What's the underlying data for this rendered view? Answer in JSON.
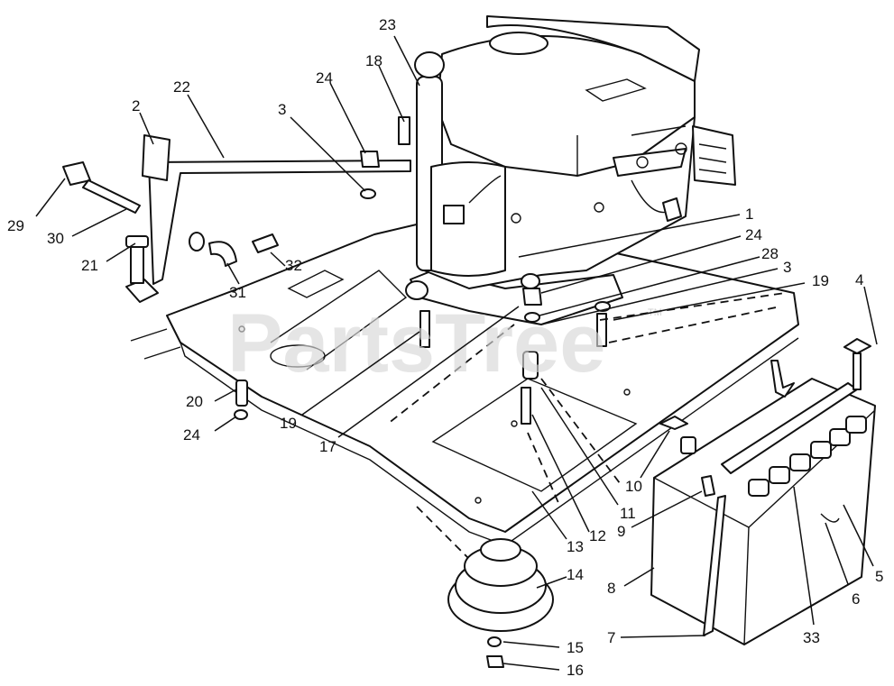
{
  "watermark": {
    "text": "PartsTree",
    "trademark": "TM"
  },
  "callouts": [
    {
      "id": "c1",
      "label": "1"
    },
    {
      "id": "c2",
      "label": "2"
    },
    {
      "id": "c3a",
      "label": "3"
    },
    {
      "id": "c3b",
      "label": "3"
    },
    {
      "id": "c4",
      "label": "4"
    },
    {
      "id": "c5",
      "label": "5"
    },
    {
      "id": "c6",
      "label": "6"
    },
    {
      "id": "c7",
      "label": "7"
    },
    {
      "id": "c8",
      "label": "8"
    },
    {
      "id": "c9",
      "label": "9"
    },
    {
      "id": "c10",
      "label": "10"
    },
    {
      "id": "c11",
      "label": "11"
    },
    {
      "id": "c12",
      "label": "12"
    },
    {
      "id": "c13",
      "label": "13"
    },
    {
      "id": "c14",
      "label": "14"
    },
    {
      "id": "c15",
      "label": "15"
    },
    {
      "id": "c16",
      "label": "16"
    },
    {
      "id": "c17",
      "label": "17"
    },
    {
      "id": "c18",
      "label": "18"
    },
    {
      "id": "c19a",
      "label": "19"
    },
    {
      "id": "c19b",
      "label": "19"
    },
    {
      "id": "c20",
      "label": "20"
    },
    {
      "id": "c21",
      "label": "21"
    },
    {
      "id": "c22",
      "label": "22"
    },
    {
      "id": "c23",
      "label": "23"
    },
    {
      "id": "c24a",
      "label": "24"
    },
    {
      "id": "c24b",
      "label": "24"
    },
    {
      "id": "c24c",
      "label": "24"
    },
    {
      "id": "c28",
      "label": "28"
    },
    {
      "id": "c29",
      "label": "29"
    },
    {
      "id": "c30",
      "label": "30"
    },
    {
      "id": "c31",
      "label": "31"
    },
    {
      "id": "c32",
      "label": "32"
    },
    {
      "id": "c33",
      "label": "33"
    }
  ]
}
